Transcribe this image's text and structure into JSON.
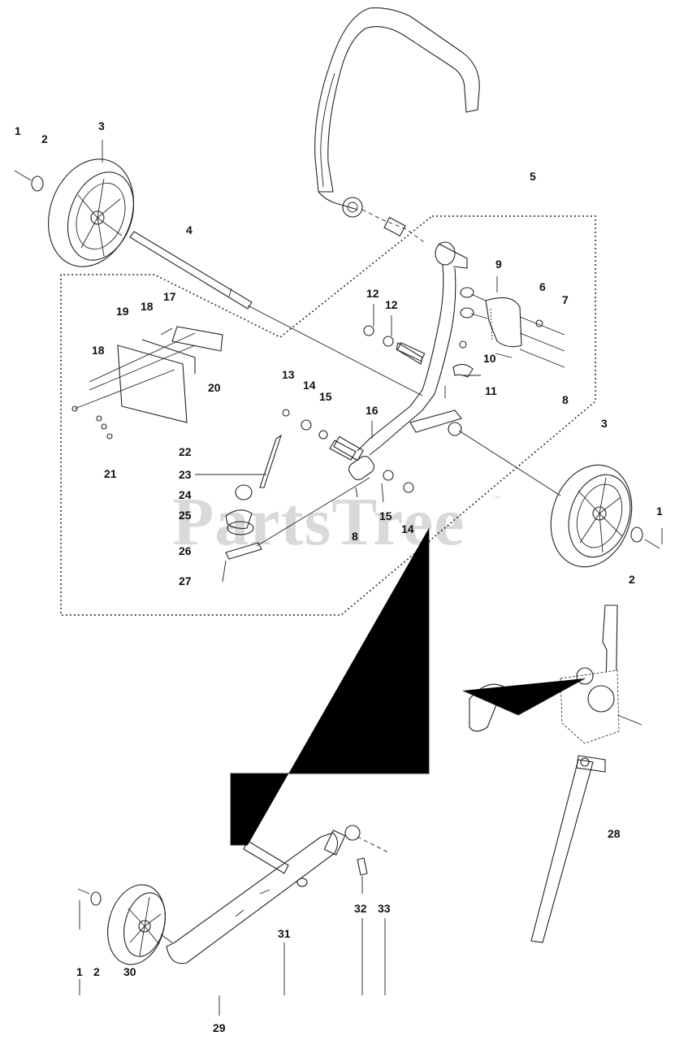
{
  "watermark": {
    "text": "PartsTree",
    "trademark": "™"
  },
  "labels": {
    "l1a": "1",
    "l2a": "2",
    "l3a": "3",
    "l4": "4",
    "l5": "5",
    "l6": "6",
    "l7": "7",
    "l8a": "8",
    "l9": "9",
    "l10": "10",
    "l11": "11",
    "l12a": "12",
    "l12b": "12",
    "l13": "13",
    "l14a": "14",
    "l15a": "15",
    "l16": "16",
    "l17": "17",
    "l18a": "18",
    "l19": "19",
    "l18b": "18",
    "l20": "20",
    "l21": "21",
    "l22": "22",
    "l23": "23",
    "l24": "24",
    "l25": "25",
    "l26": "26",
    "l27": "27",
    "l8b": "8",
    "l15b": "15",
    "l14b": "14",
    "l3b": "3",
    "l1b": "1",
    "l2b": "2",
    "l28": "28",
    "l1c": "1",
    "l2c": "2",
    "l30": "30",
    "l31": "31",
    "l32": "32",
    "l33": "33",
    "l29": "29"
  }
}
